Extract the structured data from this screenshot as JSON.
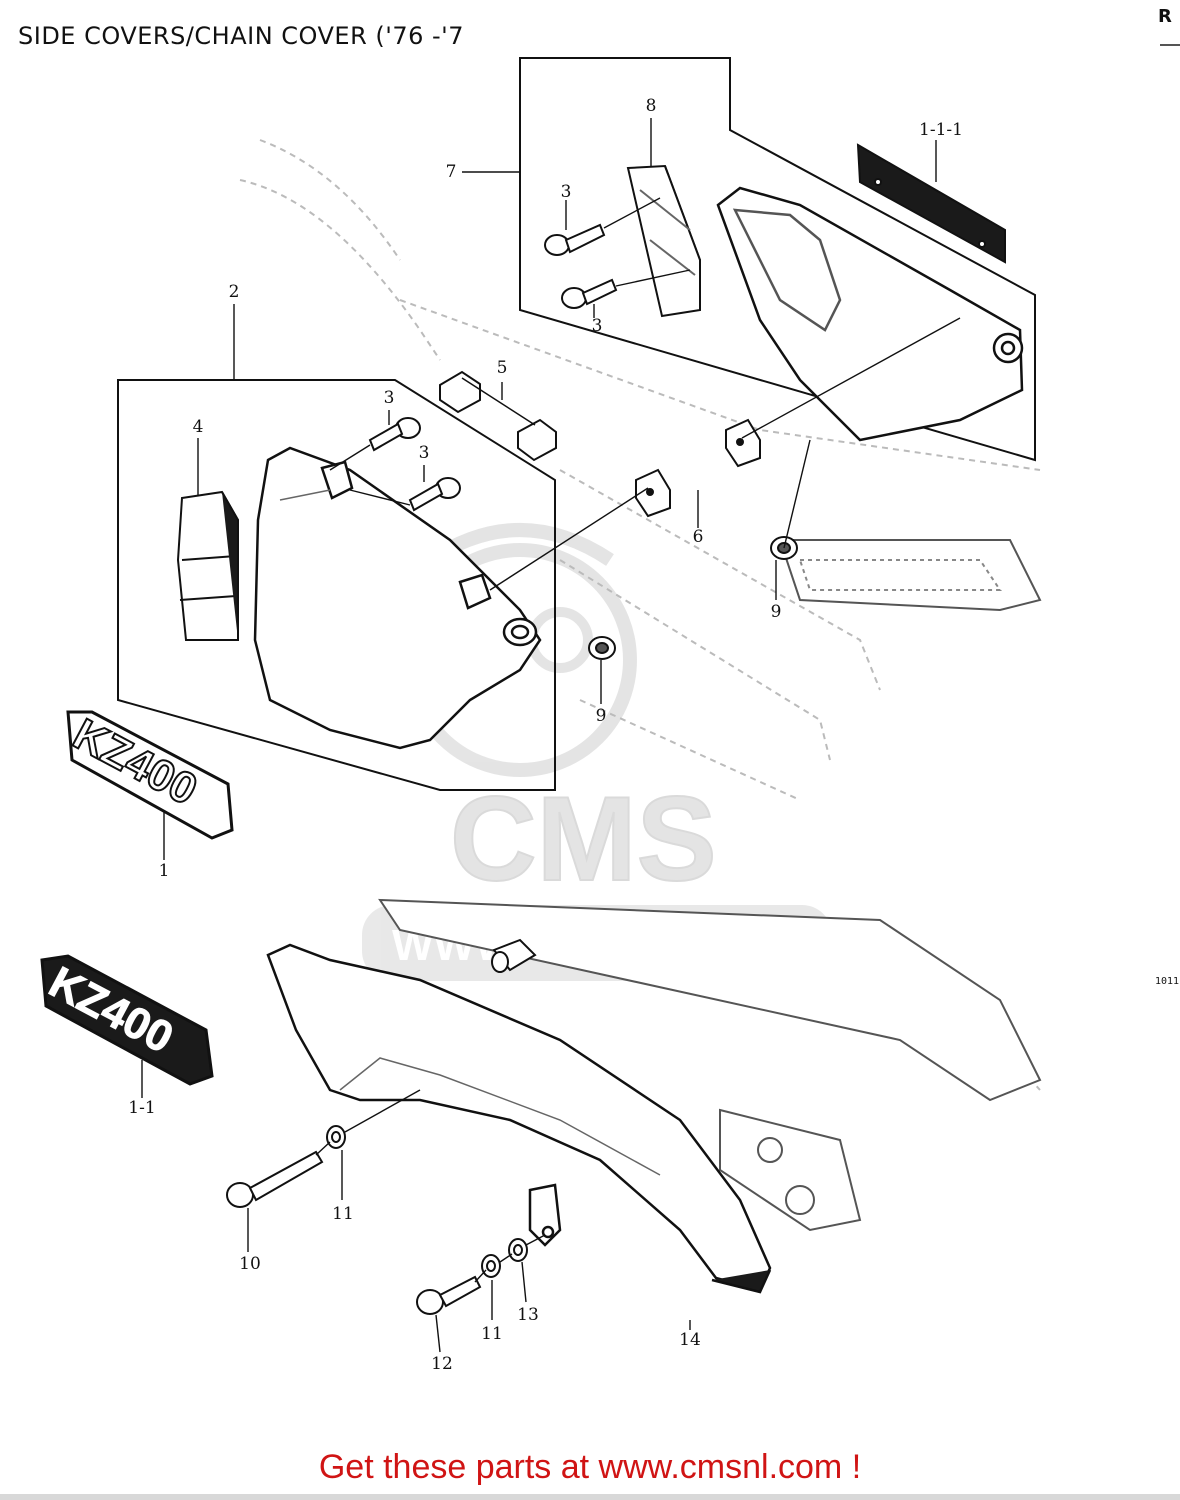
{
  "header": {
    "title": "SIDE COVERS/CHAIN COVER ('76 -'7",
    "corner_mark": "R",
    "ref_code": "1011"
  },
  "watermark": {
    "brand": "CMS",
    "url": "WWW.CMSNL.COM"
  },
  "callouts": [
    {
      "id": "label-1-1-1",
      "text": "1-1-1"
    },
    {
      "id": "label-7",
      "text": "7"
    },
    {
      "id": "label-8",
      "text": "8"
    },
    {
      "id": "label-3a",
      "text": "3"
    },
    {
      "id": "label-3b",
      "text": "3"
    },
    {
      "id": "label-2",
      "text": "2"
    },
    {
      "id": "label-5",
      "text": "5"
    },
    {
      "id": "label-3c",
      "text": "3"
    },
    {
      "id": "label-3d",
      "text": "3"
    },
    {
      "id": "label-4",
      "text": "4"
    },
    {
      "id": "label-6",
      "text": "6"
    },
    {
      "id": "label-9a",
      "text": "9"
    },
    {
      "id": "label-9b",
      "text": "9"
    },
    {
      "id": "label-1",
      "text": "1"
    },
    {
      "id": "label-1-1",
      "text": "1-1"
    },
    {
      "id": "label-11a",
      "text": "11"
    },
    {
      "id": "label-10",
      "text": "10"
    },
    {
      "id": "label-13",
      "text": "13"
    },
    {
      "id": "label-11b",
      "text": "11"
    },
    {
      "id": "label-12",
      "text": "12"
    },
    {
      "id": "label-14",
      "text": "14"
    }
  ],
  "emblems": {
    "outline": "KZ400",
    "solid": "KZ400"
  },
  "footer": {
    "link_text": "Get these parts at www.cmsnl.com !",
    "link_color": "#d01414"
  }
}
